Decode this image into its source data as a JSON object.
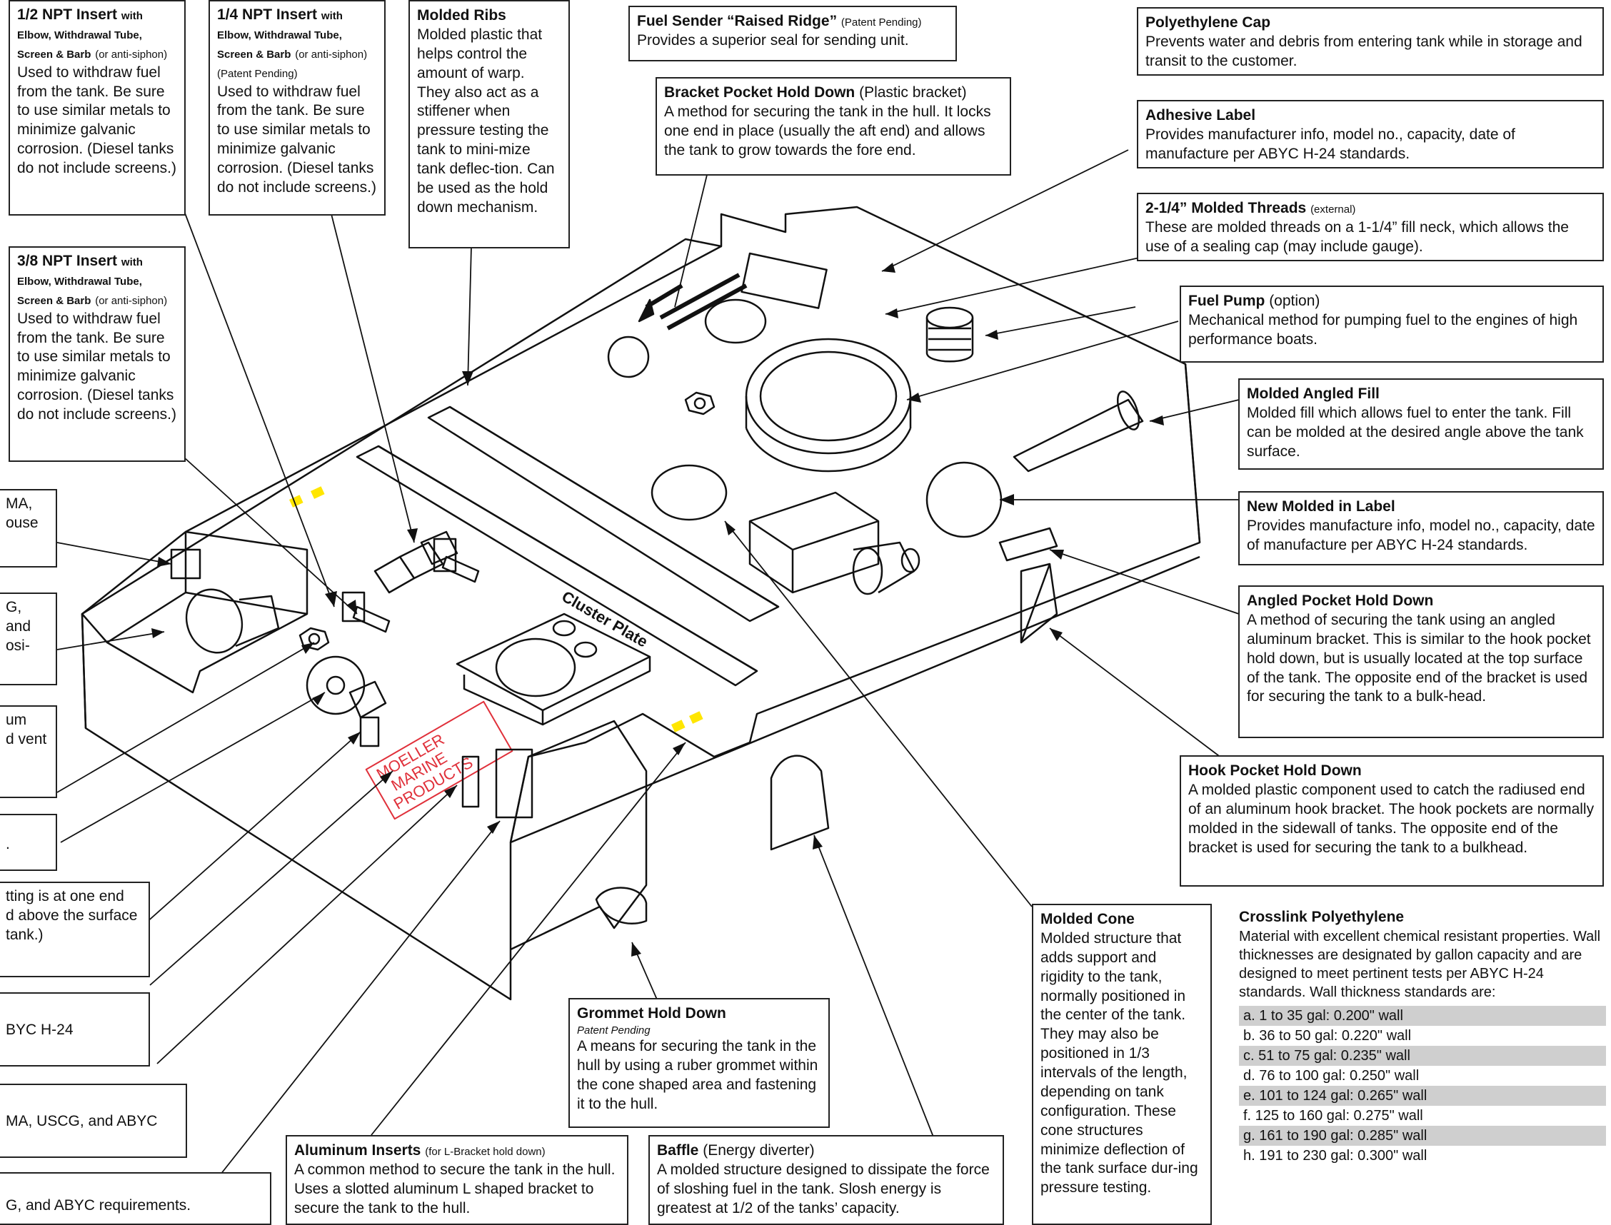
{
  "labels": {
    "npt_half": {
      "title": "1/2 NPT Insert",
      "title_small": "with Elbow, Withdrawal Tube, Screen & Barb",
      "note": "(or anti-siphon)",
      "body": "Used to withdraw fuel from the tank. Be sure to use similar metals to minimize galvanic corrosion. (Diesel tanks do not include screens.)"
    },
    "npt_quarter": {
      "title": "1/4 NPT Insert",
      "title_small": "with Elbow, Withdrawal Tube, Screen & Barb",
      "note": "(or anti-siphon) (Patent Pending)",
      "body": "Used to withdraw fuel from the tank. Be sure to use similar metals to minimize galvanic corrosion. (Diesel tanks do not include screens.)"
    },
    "npt_three_eighths": {
      "title": "3/8 NPT Insert",
      "title_small": "with Elbow, Withdrawal Tube, Screen & Barb",
      "note": "(or anti-siphon)",
      "body": "Used to withdraw fuel from the tank. Be sure to use similar metals to minimize galvanic corrosion. (Diesel tanks do not include screens.)"
    },
    "molded_ribs": {
      "title": "Molded Ribs",
      "body": "Molded plastic that helps control the amount of warp. They also act as a stiffener when pressure testing the tank to mini-mize tank deflec-tion. Can be used as the hold down mechanism."
    },
    "fuel_sender": {
      "title": "Fuel Sender “Raised Ridge”",
      "note": "(Patent Pending)",
      "body": "Provides a superior seal for sending unit."
    },
    "bracket_pocket": {
      "title": "Bracket Pocket Hold Down",
      "note": "(Plastic bracket)",
      "body": "A method for securing the tank in the hull. It locks one end in place (usually the aft end) and allows the tank to grow towards the fore end."
    },
    "poly_cap": {
      "title": "Polyethylene Cap",
      "body": "Prevents water and debris from entering tank while in storage and transit to the  customer."
    },
    "adhesive_label": {
      "title": "Adhesive Label",
      "body": "Provides manufacturer info, model no., capacity, date of manufacture per ABYC H-24 standards."
    },
    "molded_threads": {
      "title": "2-1/4” Molded Threads",
      "note": "(external)",
      "body": "These are molded threads on a 1-1/4” fill neck, which allows the use of a sealing cap (may include gauge)."
    },
    "fuel_pump": {
      "title": "Fuel Pump",
      "note": "(option)",
      "body": "Mechanical method for pumping fuel to the engines of high performance boats."
    },
    "angled_fill": {
      "title": "Molded Angled Fill",
      "body": "Molded fill which allows fuel to enter the tank. Fill can be molded at the desired angle above the tank surface."
    },
    "new_label": {
      "title": "New Molded in Label",
      "body": "Provides manufacture info, model no., capacity, date of manufacture per ABYC H-24 standards."
    },
    "angled_pocket": {
      "title": "Angled Pocket Hold Down",
      "body": "A method of securing the tank using an angled aluminum bracket. This is similar to the hook pocket hold down, but is usually located at the top surface of the tank. The opposite end of the bracket is used for securing the tank to a bulk-head."
    },
    "hook_pocket": {
      "title": "Hook Pocket Hold Down",
      "body": "A molded plastic component used to catch the radiused end of an aluminum hook bracket. The hook pockets are normally molded in the sidewall of tanks. The opposite end of the bracket is used for securing the tank to a bulkhead."
    },
    "molded_cone": {
      "title": "Molded Cone",
      "body": "Molded structure that adds support and rigidity to the tank, normally positioned in the center of the tank. They may also be positioned in 1/3 intervals of the length, depending on tank configuration. These cone structures minimize deflection of the tank surface dur-ing pressure testing."
    },
    "grommet": {
      "title": "Grommet Hold Down",
      "subtitle": "Patent Pending",
      "body": "A means for securing the tank in the hull by using a ruber grommet within the cone shaped area and fastening it to the hull."
    },
    "aluminum_inserts": {
      "title": "Aluminum Inserts",
      "note": "(for L-Bracket hold down)",
      "body": "A common method to secure the tank in the hull. Uses a slotted aluminum L shaped bracket to secure the tank to the hull."
    },
    "baffle": {
      "title": "Baffle",
      "note": "(Energy diverter)",
      "body": "A molded structure designed to dissipate the force of sloshing fuel in the tank. Slosh energy is greatest at 1/2 of the tanks’ capacity."
    },
    "crosslink": {
      "title": "Crosslink Polyethylene",
      "body": "Material with excellent chemical resistant properties. Wall thicknesses are designated by gallon capacity and are designed to meet pertinent tests per ABYC H-24 standards. Wall thickness standards are:"
    }
  },
  "wall_thickness": [
    "a.  1 to 35 gal: 0.200\" wall",
    "b.  36 to 50 gal: 0.220\" wall",
    "c.  51 to 75 gal: 0.235\" wall",
    "d.  76 to 100 gal: 0.250\" wall",
    "e.  101 to 124 gal: 0.265\" wall",
    "f.   125 to 160 gal: 0.275\" wall",
    "g.  161 to 190 gal: 0.285\" wall",
    "h.  191 to 230 gal: 0.300\" wall"
  ],
  "cut_labels": [
    "MA,",
    "ouse",
    "G, and",
    "osi-",
    "um",
    "d vent",
    ".",
    "tting is at one end",
    "d above the surface",
    "tank.)",
    "BYC H-24",
    "MA, USCG, and ABYC",
    "G, and ABYC requirements."
  ],
  "drawing_text": {
    "cluster_plate": "Cluster Plate",
    "brand_line1": "MOELLER",
    "brand_line2": "MARINE",
    "brand_line3": "PRODUCTS"
  },
  "colors": {
    "outline": "#111111",
    "brand_red": "#e0303a",
    "marker_yellow": "#ffe600",
    "table_shade": "#cfcfcf"
  }
}
